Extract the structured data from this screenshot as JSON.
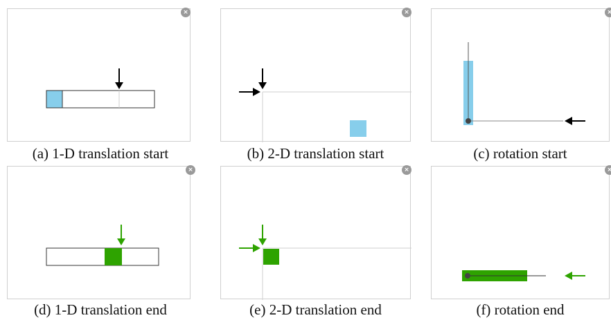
{
  "figure": {
    "captions": {
      "a": "(a) 1-D translation start",
      "b": "(b) 2-D translation start",
      "c": "(c) rotation start",
      "d": "(d) 1-D translation end",
      "e": "(e) 2-D translation end",
      "f": "(f) rotation end"
    },
    "close_glyph": "×"
  },
  "colors": {
    "start_fill": "#87ceeb",
    "end_fill": "#2ea300",
    "start_arrow": "#000000",
    "end_arrow": "#2ea300",
    "guide_line": "#cfcfcf",
    "panel_border": "#cfcfcf"
  },
  "icons": {
    "close": "close-icon",
    "arrow": "arrow-icon",
    "pivot": "pivot-dot-icon"
  }
}
